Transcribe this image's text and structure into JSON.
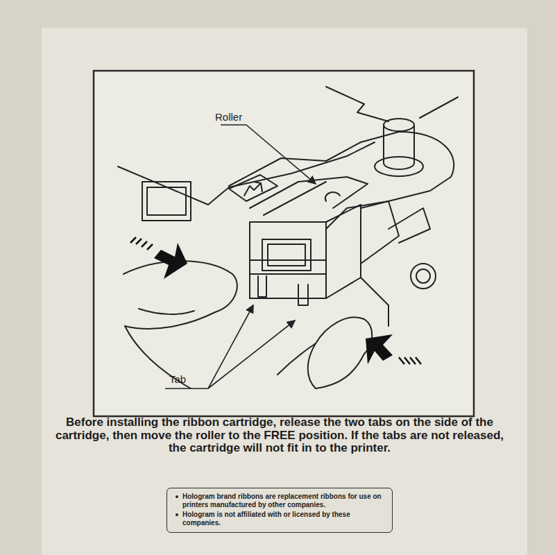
{
  "diagram": {
    "caption": "Before installing the ribbon cartridge, release the two tabs on the side of the cartridge, then move the roller to the FREE position. If the tabs are not released, the cartridge will not fit in to the printer.",
    "nodes": [
      {
        "text": [
          "Hologram brand ribbons are replacement ribbons for use on printers manufactured by other companies.",
          "Hologram is not affiliated with or licensed by these companies."
        ]
      }
    ],
    "labels": [
      "Roller",
      "Tab"
    ]
  }
}
